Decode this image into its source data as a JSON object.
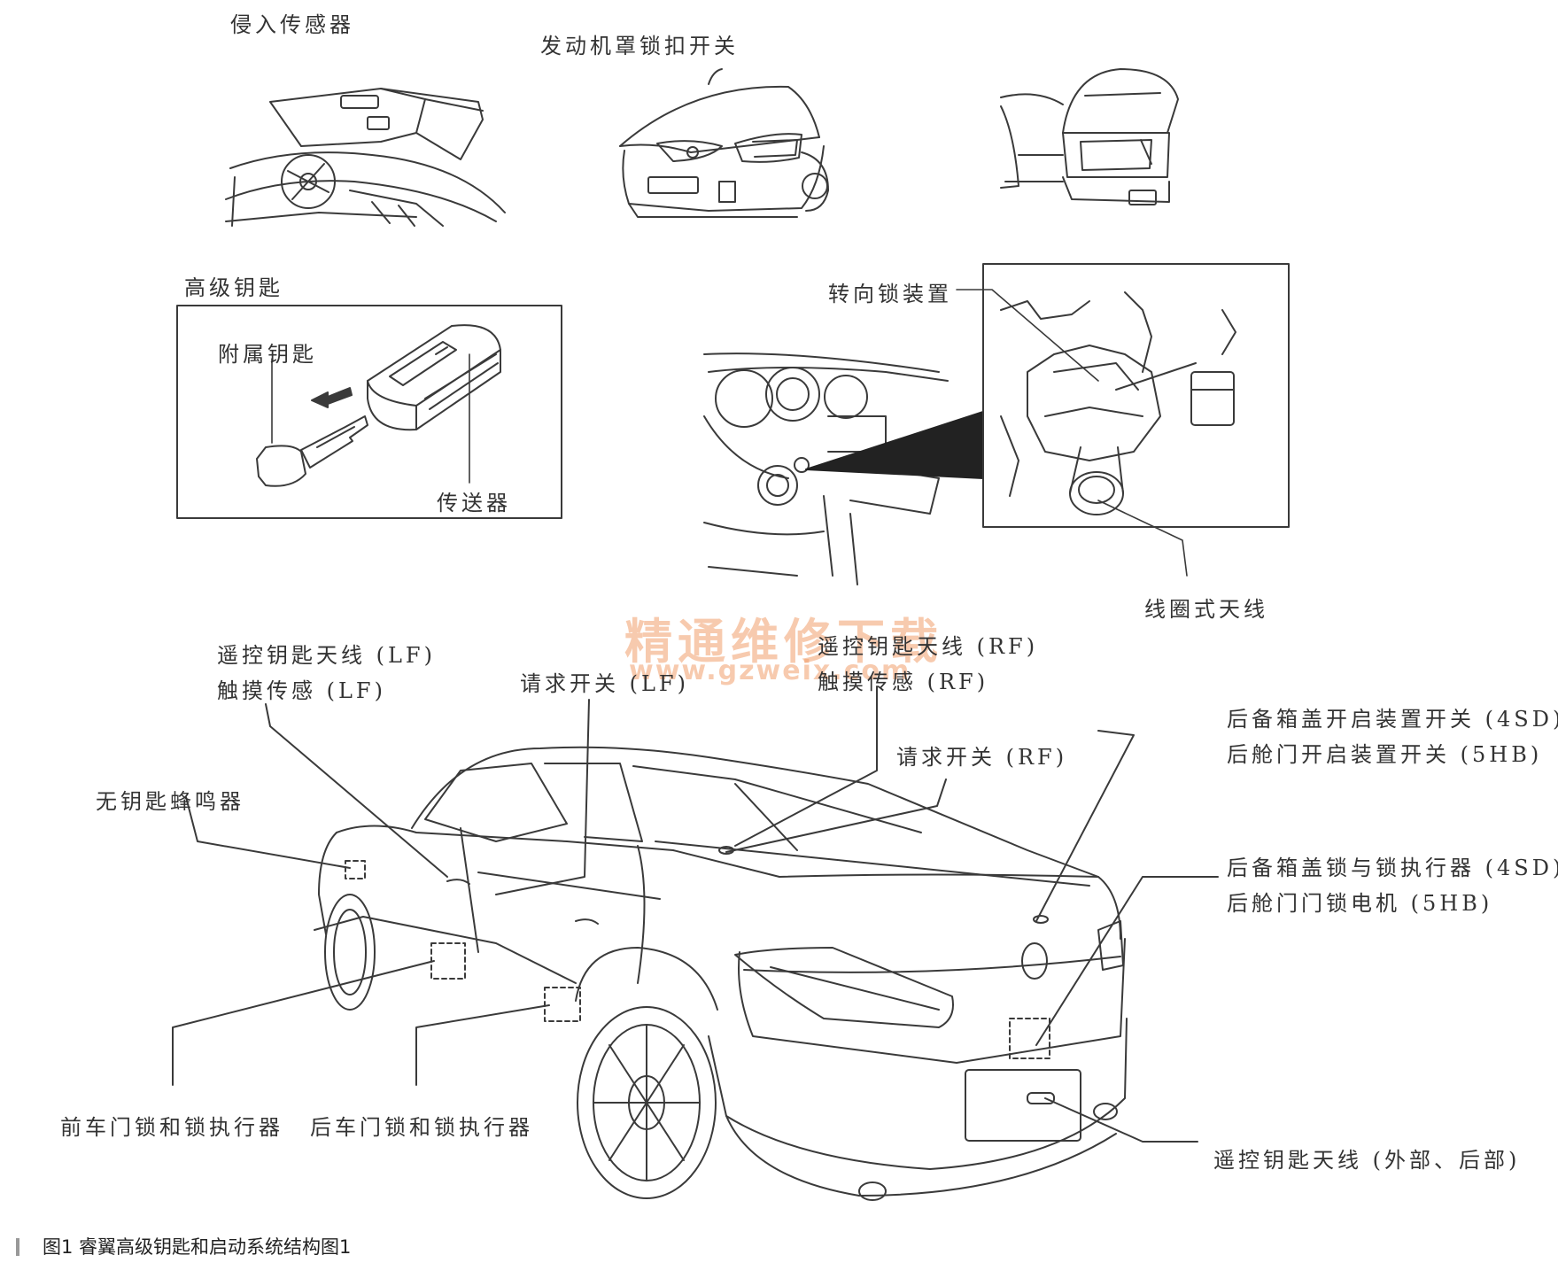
{
  "labels": {
    "intrusion_sensor": "侵入传感器",
    "hood_latch_switch": "发动机罩锁扣开关",
    "advanced_key": "高级钥匙",
    "auxiliary_key": "附属钥匙",
    "transmitter": "传送器",
    "steering_lock": "转向锁装置",
    "coil_antenna": "线圈式天线",
    "remote_key_antenna_lf": "遥控钥匙天线 (LF)",
    "touch_sensor_lf": "触摸传感 (LF)",
    "request_switch_lf": "请求开关 (LF)",
    "remote_key_antenna_rf": "遥控钥匙天线 (RF)",
    "touch_sensor_rf": "触摸传感 (RF)",
    "request_switch_rf": "请求开关 (RF)",
    "trunk_opener_switch_4sd": "后备箱盖开启装置开关 (4SD)",
    "liftgate_opener_switch_5hb": "后舱门开启装置开关 (5HB)",
    "keyless_buzzer": "无钥匙蜂鸣器",
    "trunk_lock_actuator_4sd": "后备箱盖锁与锁执行器 (4SD)",
    "liftgate_lock_motor_5hb": "后舱门门锁电机 (5HB)",
    "front_door_lock": "前车门锁和锁执行器",
    "rear_door_lock": "后车门锁和锁执行器",
    "remote_key_antenna_rear": "遥控钥匙天线 (外部、后部)"
  },
  "watermark": {
    "name": "精通维修下载",
    "url": "www.gzweix.com"
  },
  "caption": "图1  睿翼高级钥匙和启动系统结构图1"
}
